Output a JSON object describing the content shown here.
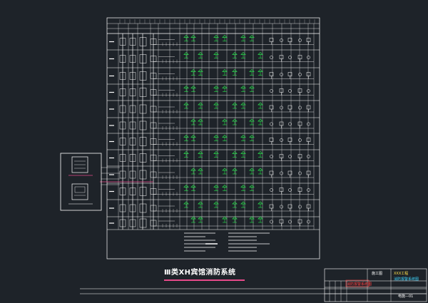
{
  "drawing": {
    "title": "Ⅲ类XH宾馆消防系统",
    "background": "#1e2329",
    "frame_color": "#ffffff",
    "grid_color": "#ffffff",
    "device_color": "#28e04c",
    "symbol_color": "#ffffff",
    "highlight_color": "#e64a8a",
    "accent_yellow": "#ffe14d",
    "accent_cyan": "#3dd6ff",
    "accent_red": "#ff4040"
  },
  "title_block": {
    "project_label": "XXX工程",
    "sheet_label": "消防报警系统图",
    "drawing_no": "电施—01",
    "stage_label": "施工图"
  }
}
